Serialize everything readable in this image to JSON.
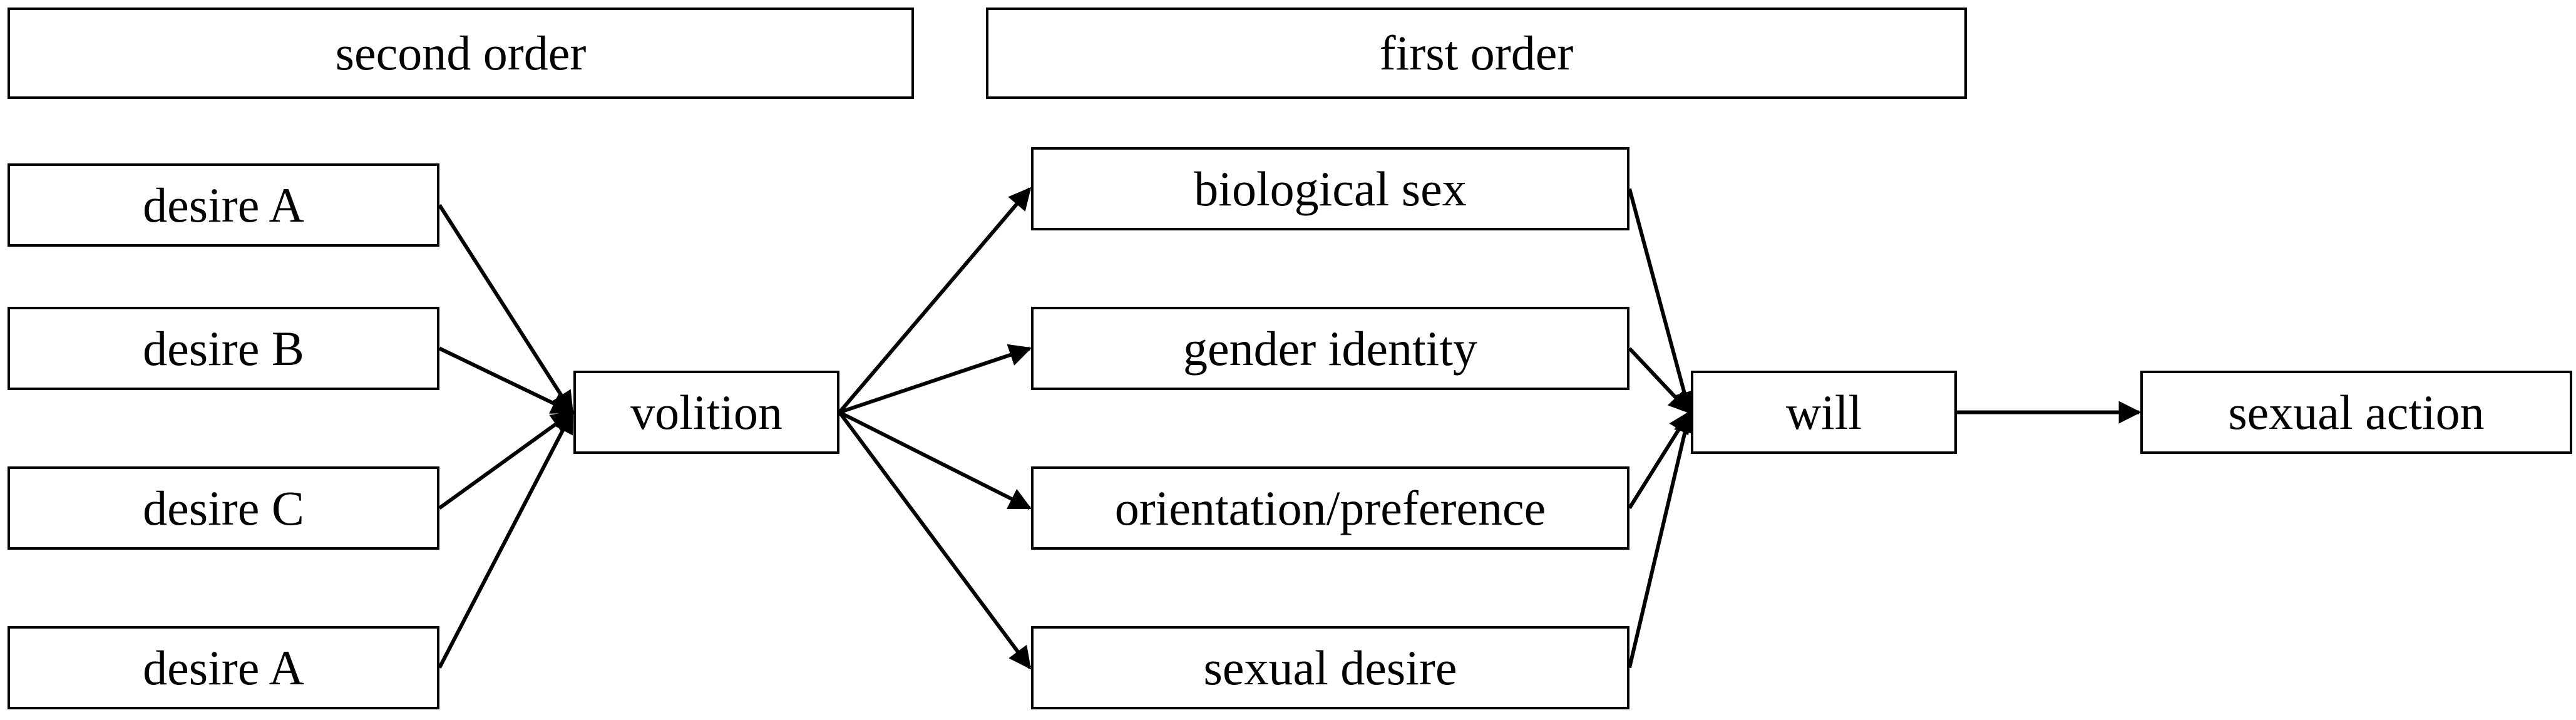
{
  "headers": {
    "second_order": "second order",
    "first_order": "first order"
  },
  "nodes": {
    "desire_a_top": "desire A",
    "desire_b": "desire B",
    "desire_c": "desire C",
    "desire_a_bottom": "desire A",
    "volition": "volition",
    "biological_sex": "biological sex",
    "gender_identity": "gender identity",
    "orientation_preference": "orientation/preference",
    "sexual_desire": "sexual desire",
    "will": "will",
    "sexual_action": "sexual action"
  },
  "edges": [
    {
      "from": "desire_a_top",
      "to": "volition"
    },
    {
      "from": "desire_b",
      "to": "volition"
    },
    {
      "from": "desire_c",
      "to": "volition"
    },
    {
      "from": "desire_a_bottom",
      "to": "volition"
    },
    {
      "from": "volition",
      "to": "biological_sex"
    },
    {
      "from": "volition",
      "to": "gender_identity"
    },
    {
      "from": "volition",
      "to": "orientation_preference"
    },
    {
      "from": "volition",
      "to": "sexual_desire"
    },
    {
      "from": "biological_sex",
      "to": "will"
    },
    {
      "from": "gender_identity",
      "to": "will"
    },
    {
      "from": "orientation_preference",
      "to": "will"
    },
    {
      "from": "sexual_desire",
      "to": "will"
    },
    {
      "from": "will",
      "to": "sexual_action"
    }
  ]
}
